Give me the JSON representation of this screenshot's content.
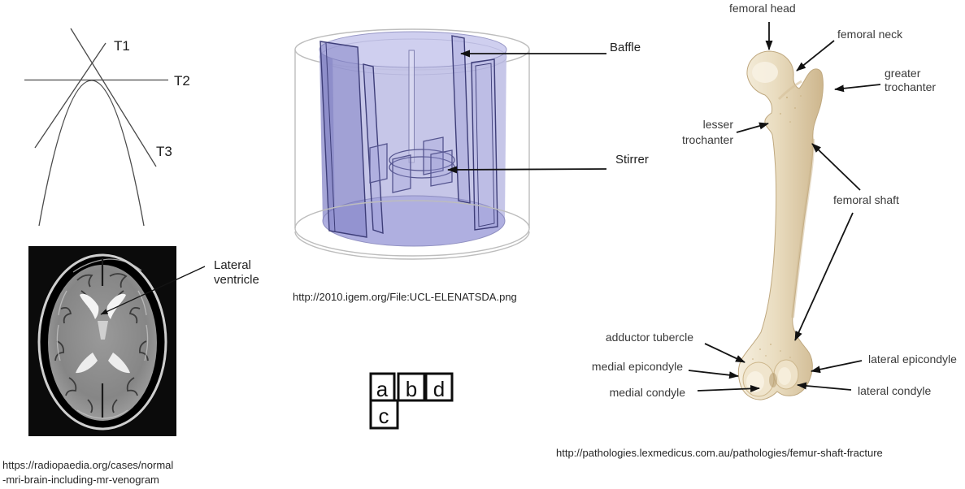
{
  "palette": {
    "liquid": "#c0c0e6",
    "liquid-top": "#cfcfef",
    "liquid-bottom": "#adade0",
    "liquid-dark": "#9f9fd2",
    "glass": "#bdbdbd",
    "bone": "#e9dcbf",
    "bone-shadow": "#cdb68d",
    "bone-highlight": "#f6efdf"
  },
  "tangent_diagram": {
    "labels": {
      "t1": "T1",
      "t2": "T2",
      "t3": "T3"
    }
  },
  "mri": {
    "annotation": {
      "line1": "Lateral",
      "line2": "ventricle"
    },
    "source_line1": "https://radiopaedia.org/cases/normal",
    "source_line2": "-mri-brain-including-mr-venogram"
  },
  "bioreactor": {
    "labels": {
      "baffle": "Baffle",
      "stirrer": "Stirrer"
    },
    "source": "http://2010.igem.org/File:UCL-ELENATSDA.png"
  },
  "letter_boxes": {
    "row1": [
      "a",
      "b",
      "d"
    ],
    "row2": [
      "c"
    ]
  },
  "femur": {
    "labels": {
      "femoral_head": "femoral head",
      "femoral_neck": "femoral neck",
      "greater_trochanter_line1": "greater",
      "greater_trochanter_line2": "trochanter",
      "lesser_trochanter_line1": "lesser",
      "lesser_trochanter_line2": "trochanter",
      "femoral_shaft": "femoral shaft",
      "adductor_tubercle": "adductor tubercle",
      "medial_epicondyle": "medial epicondyle",
      "medial_condyle": "medial condyle",
      "lateral_epicondyle": "lateral epicondyle",
      "lateral_condyle": "lateral condyle"
    },
    "source": "http://pathologies.lexmedicus.com.au/pathologies/femur-shaft-fracture"
  }
}
